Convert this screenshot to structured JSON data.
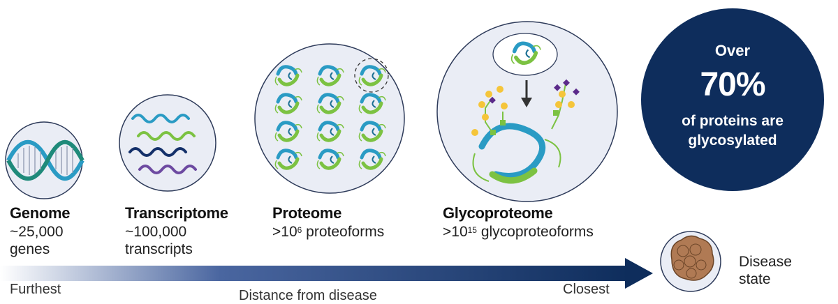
{
  "stages": [
    {
      "title": "Genome",
      "line1": "~25,000",
      "line2": "genes"
    },
    {
      "title": "Transcriptome",
      "line1": "~100,000",
      "line2": "transcripts"
    },
    {
      "title": "Proteome",
      "prefix": ">10",
      "exponent": "6",
      "suffix": " proteoforms"
    },
    {
      "title": "Glycoproteome",
      "prefix": ">10",
      "exponent": "15",
      "suffix": " glycoproteoforms"
    }
  ],
  "callout": {
    "over": "Over",
    "percent": "70%",
    "line1": "of proteins are",
    "line2": "glycosylated",
    "color": "#0e2d5c"
  },
  "disease": {
    "line1": "Disease",
    "line2": "state"
  },
  "axis": {
    "left": "Furthest",
    "center": "Distance from disease",
    "right": "Closest"
  },
  "colors": {
    "bubble_fill": "#eaedf5",
    "bubble_stroke": "#2e3b5a",
    "teal": "#2a9bc4",
    "green": "#7cc242",
    "navy": "#14306a",
    "purple": "#6d4aa1",
    "glycan_yellow": "#f5c53a",
    "glycan_purple": "#5b2a8a",
    "glycan_green": "#7cc242"
  },
  "icons": [
    "dna-helix-icon",
    "rna-strand-icon",
    "protein-icon",
    "glycoprotein-icon",
    "cell-cluster-icon",
    "arrow-down-icon"
  ]
}
